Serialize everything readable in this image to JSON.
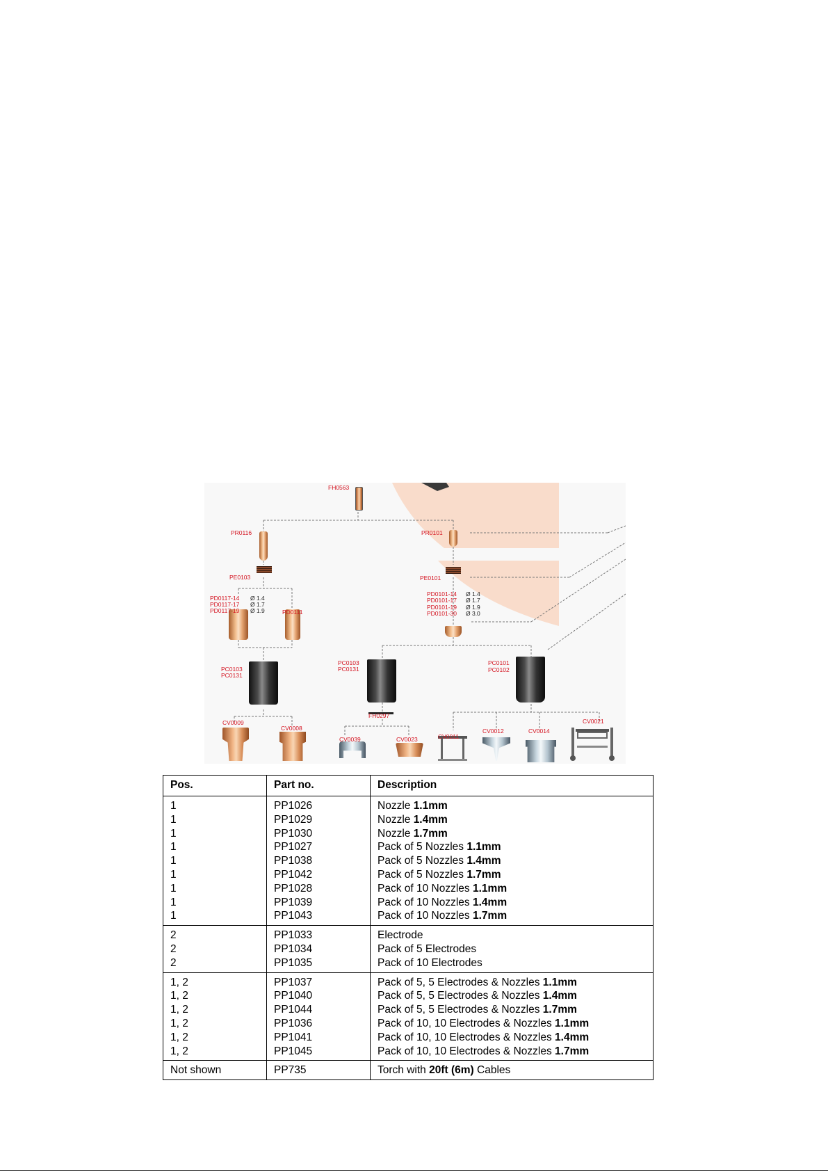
{
  "diagram": {
    "labels": {
      "fh0563": "FH0563",
      "pr0116": "PR0116",
      "pr0101": "PR0101",
      "pe0103": "PE0103",
      "pe0101": "PE0101",
      "pd0117_14": "PD0117-14",
      "pd0117_17": "PD0117-17",
      "pd0117_19": "PD0117-19",
      "pd0117_d14": "Ø 1.4",
      "pd0117_d17": "Ø 1.7",
      "pd0117_d19": "Ø 1.9",
      "pd0111": "PD0111",
      "pd0101_14": "PD0101-14",
      "pd0101_17": "PD0101-17",
      "pd0101_19": "PD0101-19",
      "pd0101_30": "PD0101-30",
      "pd0101_d14": "Ø 1.4",
      "pd0101_d17": "Ø 1.7",
      "pd0101_d19": "Ø 1.9",
      "pd0101_d30": "Ø 3.0",
      "pc0103_left": "PC0103",
      "pc0131_left": "PC0131",
      "pc0103_mid": "PC0103",
      "pc0131_mid": "PC0131",
      "pc0101": "PC0101",
      "pc0102": "PC0102",
      "fh0297": "FH0297",
      "cv0009": "CV0009",
      "cv0008": "CV0008",
      "cv0039": "CV0039",
      "cv0023": "CV0023",
      "cv0011": "CV0011",
      "cv0012": "CV0012",
      "cv0014": "CV0014",
      "cv0021": "CV0021"
    }
  },
  "table": {
    "headers": {
      "pos": "Pos.",
      "part": "Part no.",
      "desc": "Description"
    },
    "groups": [
      {
        "pos": [
          "1",
          "1",
          "1",
          "1",
          "1",
          "1",
          "1",
          "1",
          "1"
        ],
        "parts": [
          "PP1026",
          "PP1029",
          "PP1030",
          "PP1027",
          "PP1038",
          "PP1042",
          "PP1028",
          "PP1039",
          "PP1043"
        ],
        "desc": [
          [
            "Nozzle ",
            "1.1mm"
          ],
          [
            "Nozzle ",
            "1.4mm"
          ],
          [
            "Nozzle ",
            "1.7mm"
          ],
          [
            "Pack of 5 Nozzles ",
            "1.1mm"
          ],
          [
            "Pack of 5 Nozzles ",
            "1.4mm"
          ],
          [
            "Pack of 5 Nozzles ",
            "1.7mm"
          ],
          [
            "Pack of 10 Nozzles ",
            "1.1mm"
          ],
          [
            "Pack of 10 Nozzles ",
            "1.4mm"
          ],
          [
            "Pack of 10 Nozzles ",
            "1.7mm"
          ]
        ]
      },
      {
        "pos": [
          "2",
          "2",
          "2"
        ],
        "parts": [
          "PP1033",
          "PP1034",
          "PP1035"
        ],
        "desc": [
          [
            "Electrode",
            ""
          ],
          [
            "Pack of 5 Electrodes",
            ""
          ],
          [
            "Pack of 10 Electrodes",
            ""
          ]
        ]
      },
      {
        "pos": [
          "1, 2",
          "1, 2",
          "1, 2",
          "1, 2",
          "1, 2",
          "1, 2"
        ],
        "parts": [
          "PP1037",
          "PP1040",
          "PP1044",
          "PP1036",
          "PP1041",
          "PP1045"
        ],
        "desc": [
          [
            "Pack of 5, 5 Electrodes & Nozzles ",
            "1.1mm"
          ],
          [
            "Pack of 5, 5 Electrodes & Nozzles ",
            "1.4mm"
          ],
          [
            "Pack of 5, 5 Electrodes & Nozzles ",
            "1.7mm"
          ],
          [
            "Pack of 10, 10 Electrodes & Nozzles ",
            "1.1mm"
          ],
          [
            "Pack of 10, 10 Electrodes & Nozzles ",
            "1.4mm"
          ],
          [
            "Pack of 10, 10 Electrodes & Nozzles ",
            "1.7mm"
          ]
        ]
      }
    ],
    "last_row": {
      "pos": "Not shown",
      "part": "PP735",
      "desc": {
        "pre": "Torch with ",
        "b1": "20ft",
        "mid": " ",
        "b2": "(6m)",
        "post": " Cables"
      }
    }
  }
}
